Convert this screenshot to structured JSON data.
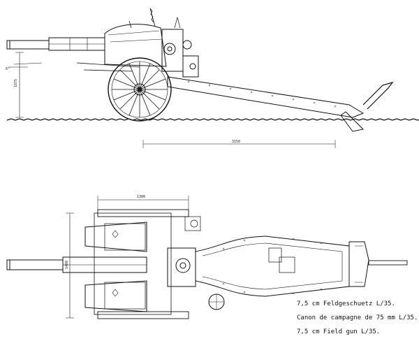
{
  "dimensions": {
    "height_side": "1875",
    "angle_mark": "6°",
    "length_side": "3150",
    "track_top": "1300",
    "width_top": "1480"
  },
  "captions": [
    "7,5 cm Feldgeschuetz L/35.",
    "Canon de campagne de 75 mm L/35.",
    "7,5 cm Field gun L/35."
  ]
}
